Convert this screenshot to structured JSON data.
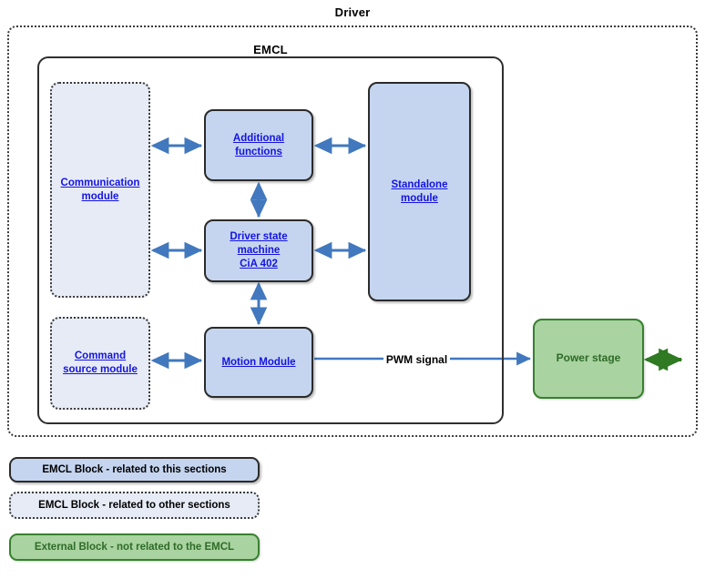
{
  "diagram": {
    "outer_container_label": "Driver",
    "inner_container_label": "EMCL",
    "colors": {
      "emcl_block_fill": "#c5d5ef",
      "emcl_block_border": "#2b2b2b",
      "other_block_fill": "#e6ebf6",
      "other_block_border": "#3b3b3b",
      "external_block_fill": "#a9d3a0",
      "external_block_border": "#37802f",
      "block_text": "#1414e0",
      "external_text": "#2e6b27",
      "connector_blue": "#4178be",
      "connector_green": "#2f7a22"
    }
  },
  "blocks": {
    "communication_module": "Communication\nmodule",
    "command_source_module": "Command\nsource module",
    "additional_functions": "Additional\nfunctions",
    "driver_state_machine": "Driver state\nmachine\nCiA 402",
    "motion_module": "Motion Module",
    "standalone_module": "Standalone\nmodule",
    "power_stage": "Power stage"
  },
  "edges": {
    "pwm_signal_label": "PWM signal"
  },
  "legend": {
    "items": [
      {
        "label": "EMCL Block - related to this sections",
        "style": "emcl-this"
      },
      {
        "label": "EMCL Block - related to other sections",
        "style": "emcl-other"
      },
      {
        "label": "External Block - not related to the EMCL",
        "style": "external"
      }
    ]
  }
}
